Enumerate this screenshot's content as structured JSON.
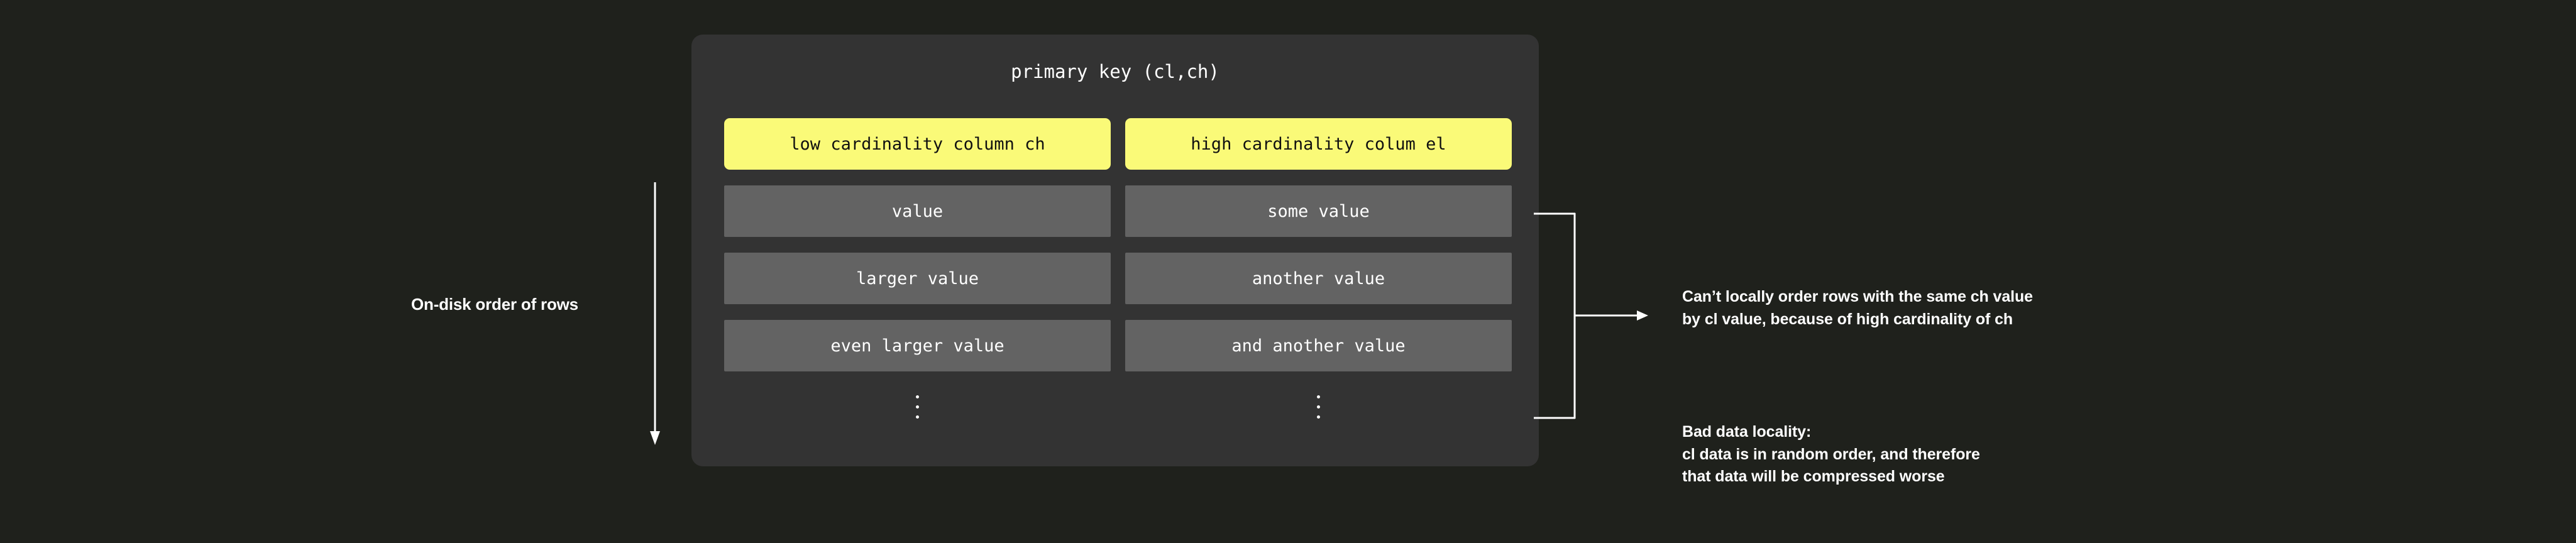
{
  "colors": {
    "page_background": "#1f211c",
    "card_background": "#333333",
    "header_yellow": "#fafa78",
    "value_gray": "#636363",
    "text_white": "#ffffff",
    "header_text": "#101010"
  },
  "left_annotation": {
    "label": "On-disk order of rows",
    "arrow_icon": "arrow-down-icon",
    "direction": "down"
  },
  "card": {
    "title": "primary key (cl,ch)",
    "columns": [
      {
        "header": "low cardinality column ch",
        "values": [
          "value",
          "larger value",
          "even larger value"
        ],
        "continuation": "vertical-ellipsis"
      },
      {
        "header": "high cardinality colum el",
        "values": [
          "some value",
          "another value",
          "and another value"
        ],
        "continuation": "vertical-ellipsis"
      }
    ]
  },
  "bracket": {
    "icon": "bracket-arrow-right-icon"
  },
  "notes": [
    {
      "id": "cardinality-note",
      "text": "Can’t locally order rows with the same ch value\nby cl value, because of high cardinality of ch"
    },
    {
      "id": "locality-note",
      "text": "Bad data locality:\ncl data is in random order, and therefore\nthat data will be compressed worse"
    }
  ]
}
